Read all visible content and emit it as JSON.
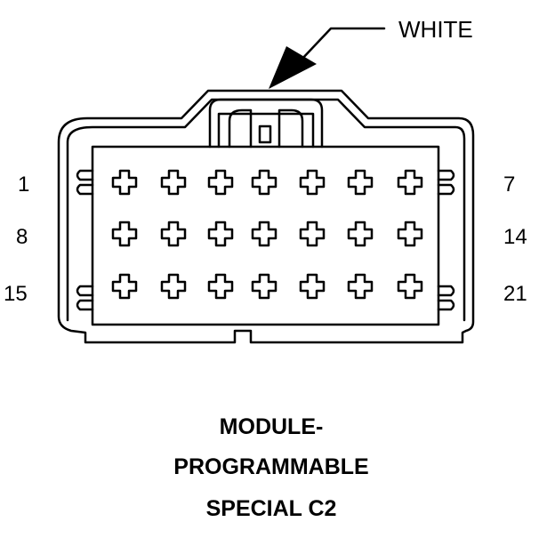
{
  "diagram": {
    "color_callout": "WHITE",
    "pin_labels": {
      "row1_left": "1",
      "row1_right": "7",
      "row2_left": "8",
      "row2_right": "14",
      "row3_left": "15",
      "row3_right": "21"
    },
    "cavity_rows": 3,
    "cavity_columns": 7,
    "caption": {
      "line1": "MODULE-",
      "line2": "PROGRAMMABLE",
      "line3": "SPECIAL C2"
    },
    "line_color": "#000000",
    "background_color": "#ffffff"
  }
}
